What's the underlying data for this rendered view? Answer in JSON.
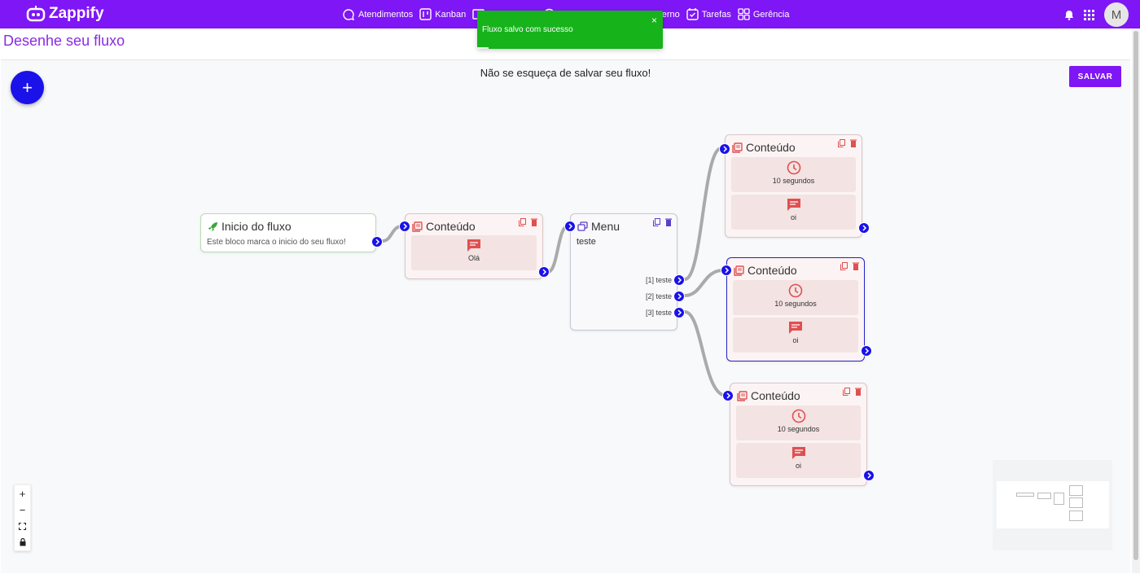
{
  "app": {
    "name": "Zappify"
  },
  "nav": [
    {
      "label": "Atendimentos",
      "icon": "chat-bubble-icon"
    },
    {
      "label": "Kanban",
      "icon": "kanban-icon"
    },
    {
      "label": "",
      "icon": "box-icon"
    },
    {
      "label": "",
      "icon": "circle-icon"
    },
    {
      "label": "Chat Interno",
      "icon": "chat-icon"
    },
    {
      "label": "Tarefas",
      "icon": "calendar-check-icon"
    },
    {
      "label": "Gerência",
      "icon": "grid-icon"
    }
  ],
  "user": {
    "avatar_initial": "M"
  },
  "page": {
    "title": "Desenhe seu fluxo",
    "reminder": "Não se esqueça de salvar seu fluxo!",
    "save_label": "SALVAR",
    "add_label": "+"
  },
  "toast": {
    "message": "Fluxo salvo com sucesso",
    "close": "×"
  },
  "nodes": {
    "start": {
      "title": "Inicio do fluxo",
      "description": "Este bloco marca o inicio do seu fluxo!"
    },
    "content1": {
      "title": "Conteúdo",
      "message": "Olá"
    },
    "menu": {
      "title": "Menu",
      "text": "teste",
      "options": [
        "[1] teste",
        "[2] teste",
        "[3] teste"
      ]
    },
    "content2": {
      "title": "Conteúdo",
      "delay": "10 segundos",
      "message": "oi"
    },
    "content3": {
      "title": "Conteúdo",
      "delay": "10 segundos",
      "message": "oi"
    },
    "content4": {
      "title": "Conteúdo",
      "delay": "10 segundos",
      "message": "oi"
    }
  },
  "zoom_controls": {
    "zoom_in": "+",
    "zoom_out": "−"
  },
  "colors": {
    "brand": "#7f16f5",
    "handle": "#1a12e8",
    "success": "#16b31b",
    "content_accent": "#e05050"
  }
}
